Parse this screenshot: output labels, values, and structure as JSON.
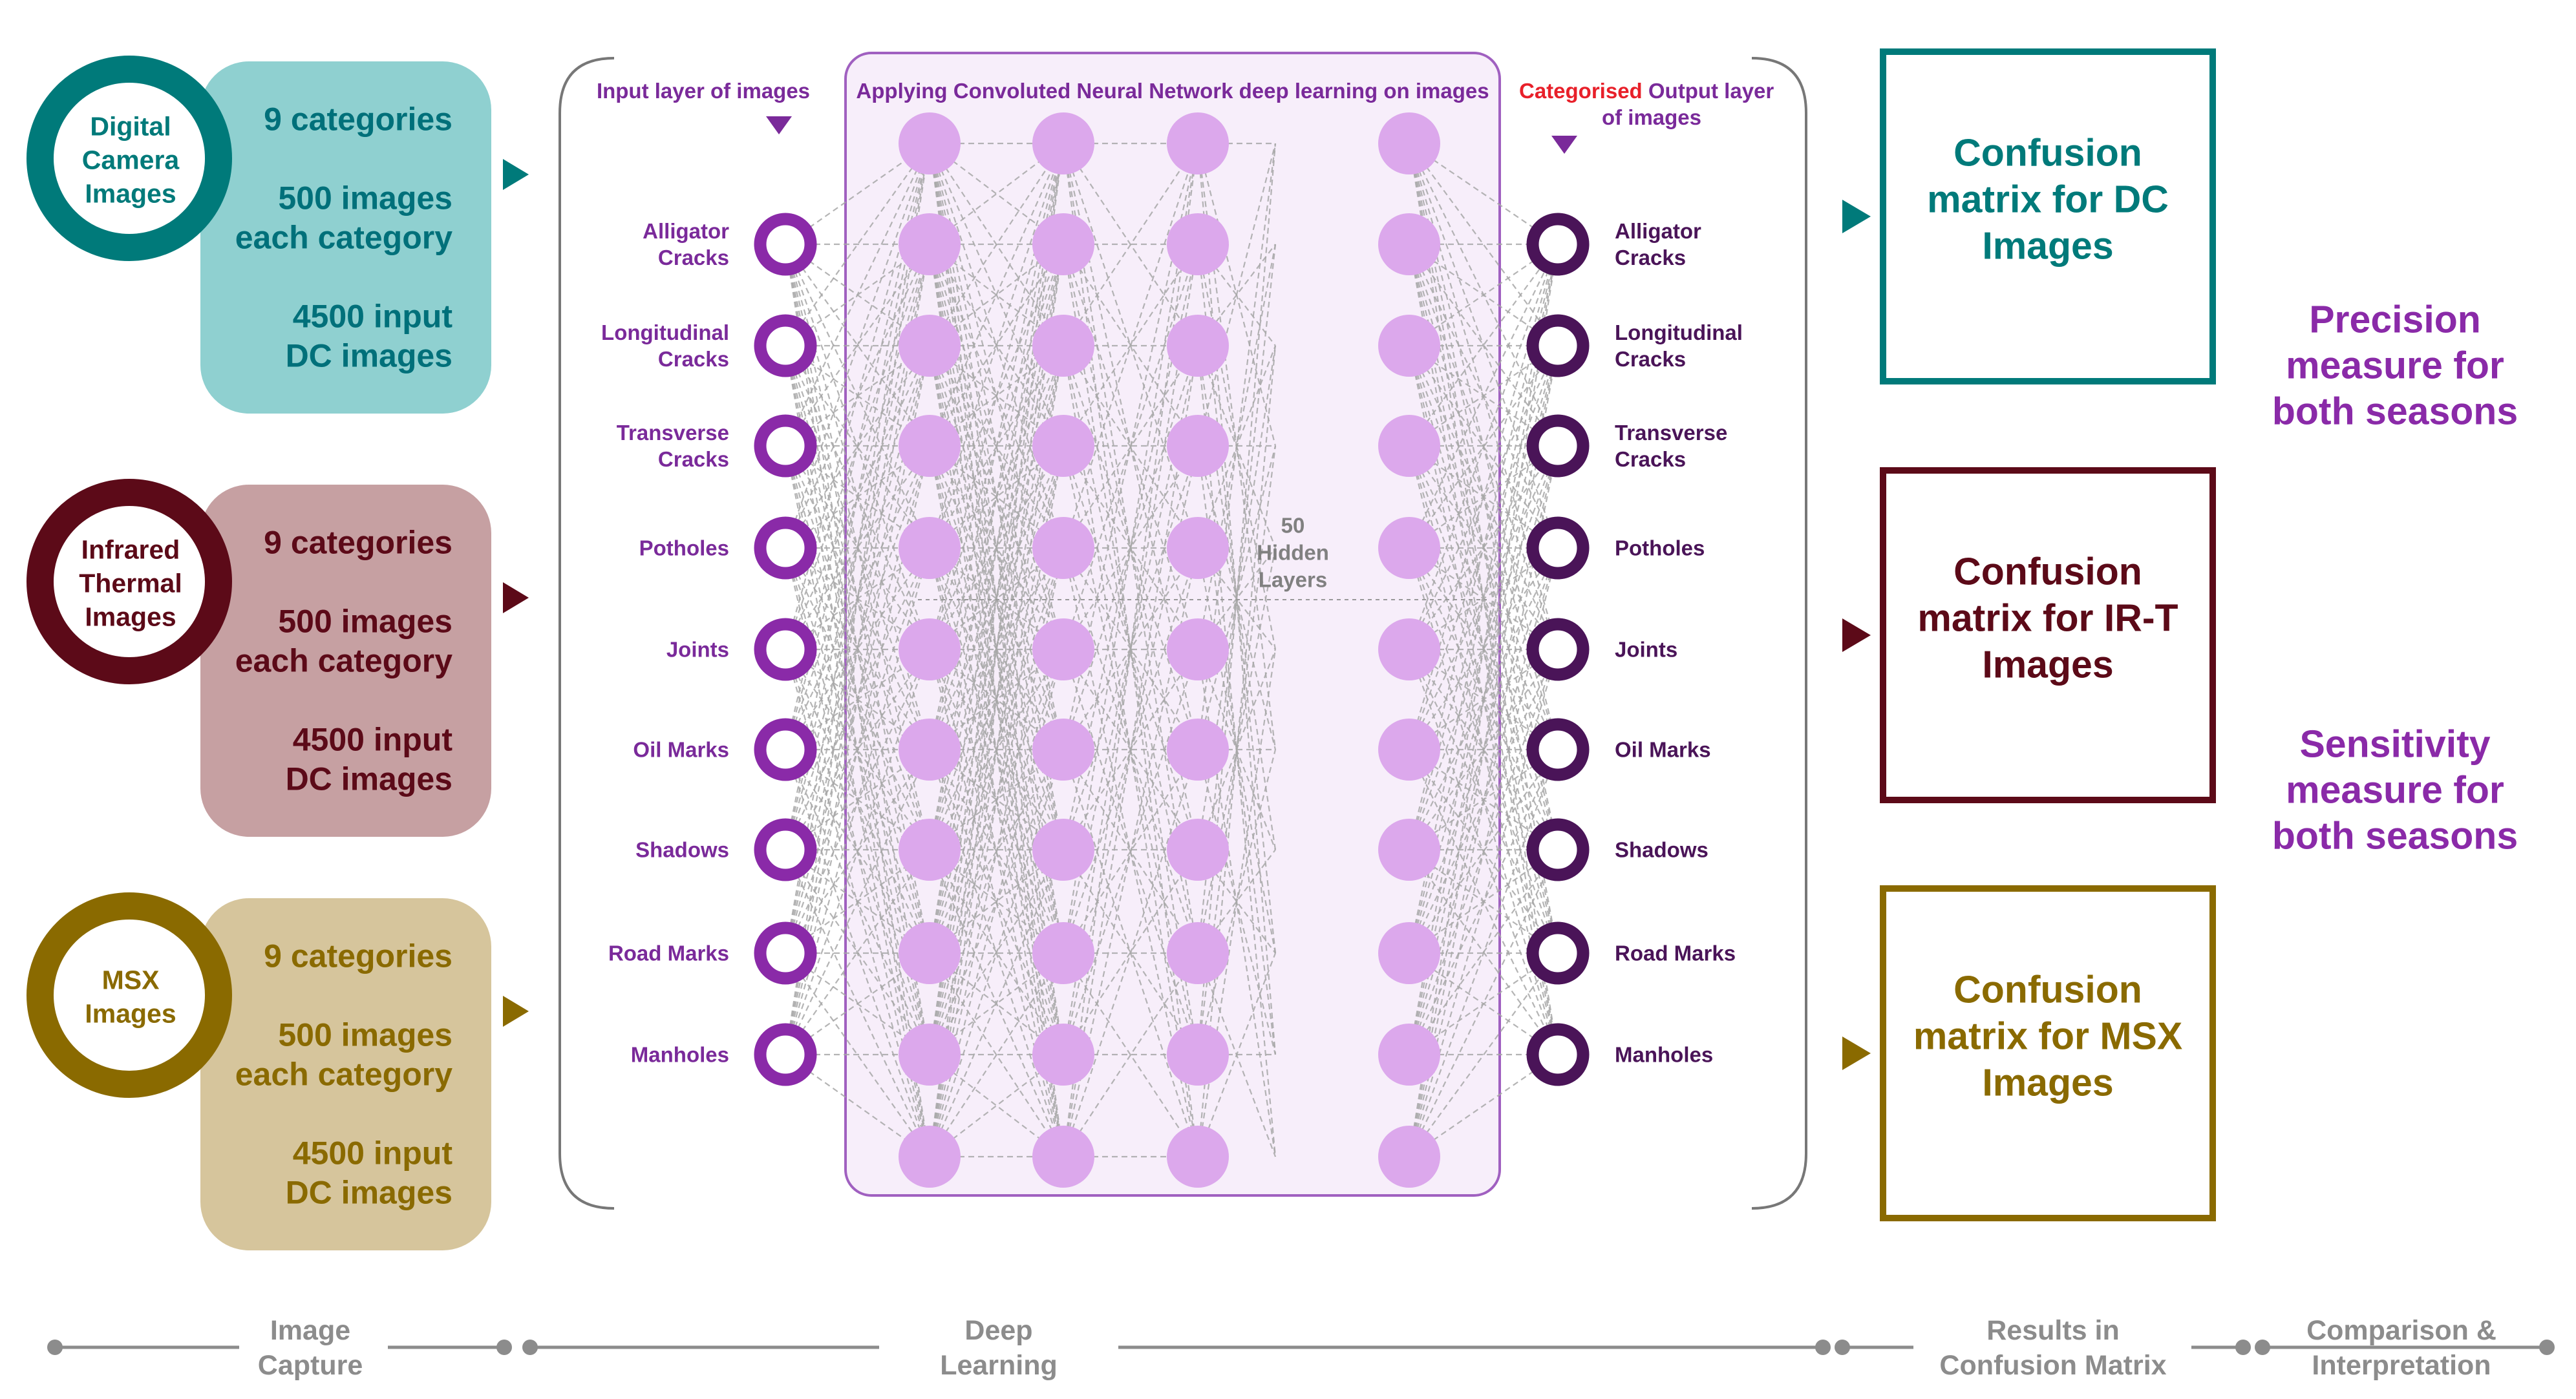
{
  "sources": [
    {
      "name_lines": [
        "Digital",
        "Camera",
        "Images"
      ],
      "stats_lines": [
        "9 categories",
        "",
        "500 images",
        "each category",
        "",
        "4500 input",
        "DC images"
      ],
      "ring_color": "#007a7a",
      "panel_color": "#8fd0d0",
      "text_color": "#00707a"
    },
    {
      "name_lines": [
        "Infrared",
        "Thermal",
        "Images"
      ],
      "stats_lines": [
        "9 categories",
        "",
        "500 images",
        "each category",
        "",
        "4500 input",
        "DC images"
      ],
      "ring_color": "#5c0a18",
      "panel_color": "#c6a0a2",
      "text_color": "#5c0a18"
    },
    {
      "name_lines": [
        "MSX",
        "Images"
      ],
      "stats_lines": [
        "9 categories",
        "",
        "500 images",
        "each category",
        "",
        "4500 input",
        "DC images"
      ],
      "ring_color": "#8a6a00",
      "panel_color": "#d6c59c",
      "text_color": "#8a6a00"
    }
  ],
  "network": {
    "input_title": "Input layer of images",
    "cnn_title": "Applying Convoluted Neural Network deep learning on images",
    "output_title_red": "Categorised",
    "output_title_rest": " Output layer",
    "output_title_line2": "of images",
    "hidden_label_lines": [
      "50",
      "Hidden",
      "Layers"
    ],
    "categories": [
      [
        "Alligator",
        "Cracks"
      ],
      [
        "Longitudinal",
        "Cracks"
      ],
      [
        "Transverse",
        "Cracks"
      ],
      [
        "Potholes"
      ],
      [
        "Joints"
      ],
      [
        "Oil Marks"
      ],
      [
        "Shadows"
      ],
      [
        "Road Marks"
      ],
      [
        "Manholes"
      ]
    ],
    "input_node_color": "#8a2aa8",
    "output_node_color": "#4a1458",
    "hidden_node_color": "#dca8ec",
    "panel_color": "#f7eefa",
    "panel_border_color": "#a060c0",
    "title_color": "#7a2a9a",
    "highlight_color": "#e8202a"
  },
  "results": [
    {
      "lines": [
        "Confusion",
        "matrix for DC",
        "Images"
      ],
      "color": "#007a7a"
    },
    {
      "lines": [
        "Confusion",
        "matrix for IR-T",
        "Images"
      ],
      "color": "#5c0a18"
    },
    {
      "lines": [
        "Confusion",
        "matrix for MSX",
        "Images"
      ],
      "color": "#8a6a00"
    }
  ],
  "measures": [
    {
      "lines": [
        "Precision",
        "measure for",
        "both seasons"
      ]
    },
    {
      "lines": [
        "Sensitivity",
        "measure for",
        "both seasons"
      ]
    }
  ],
  "measure_color": "#8a2aa8",
  "stages": [
    [
      "Image",
      "Capture"
    ],
    [
      "Deep",
      "Learning"
    ],
    [
      "Results in",
      "Confusion Matrix"
    ],
    [
      "Comparison &",
      "Interpretation"
    ]
  ],
  "stage_color": "#8c8c8c"
}
